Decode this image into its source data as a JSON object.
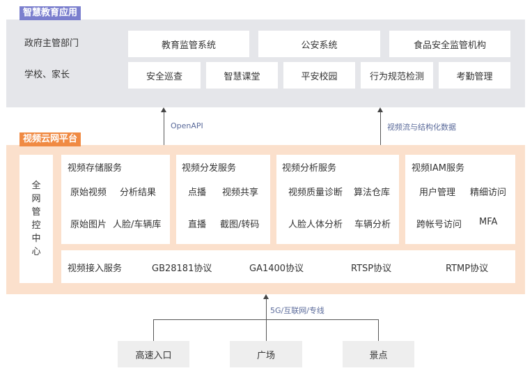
{
  "top": {
    "tag": "智慧教育应用",
    "row1_label": "政府主管部门",
    "row1_items": [
      "教育监管系统",
      "公安系统",
      "食品安全监管机构"
    ],
    "row2_label": "学校、家长",
    "row2_items": [
      "安全巡查",
      "智慧课堂",
      "平安校园",
      "行为规范检测",
      "考勤管理"
    ]
  },
  "connectors": {
    "openapi": "OpenAPI",
    "stream": "视频流与结构化数据",
    "network": "5G/互联网/专线"
  },
  "mid": {
    "tag": "视频云网平台",
    "center_chars": [
      "全",
      "网",
      "管",
      "控",
      "中",
      "心"
    ],
    "services": [
      {
        "title": "视频存储服务",
        "items": [
          "原始视频",
          "分析结果",
          "原始图片",
          "人脸/车辆库"
        ]
      },
      {
        "title": "视频分发服务",
        "items": [
          "点播",
          "视频共享",
          "直播",
          "截图/转码"
        ]
      },
      {
        "title": "视频分析服务",
        "items": [
          "视频质量诊断",
          "算法仓库",
          "人脸人体分析",
          "车辆分析"
        ]
      },
      {
        "title": "视频IAM服务",
        "items": [
          "用户管理",
          "精细访问",
          "跨帐号访问",
          "MFA"
        ]
      }
    ],
    "access": {
      "title": "视频接入服务",
      "protocols": [
        "GB28181协议",
        "GA1400协议",
        "RTSP协议",
        "RTMP协议"
      ]
    }
  },
  "bottom": {
    "sources": [
      "高速入口",
      "广场",
      "景点"
    ]
  },
  "colors": {
    "top_tag": "#7b7fce",
    "mid_tag": "#f08a43",
    "top_panel": "#e5e6ea",
    "mid_panel": "#fbe0cc"
  }
}
